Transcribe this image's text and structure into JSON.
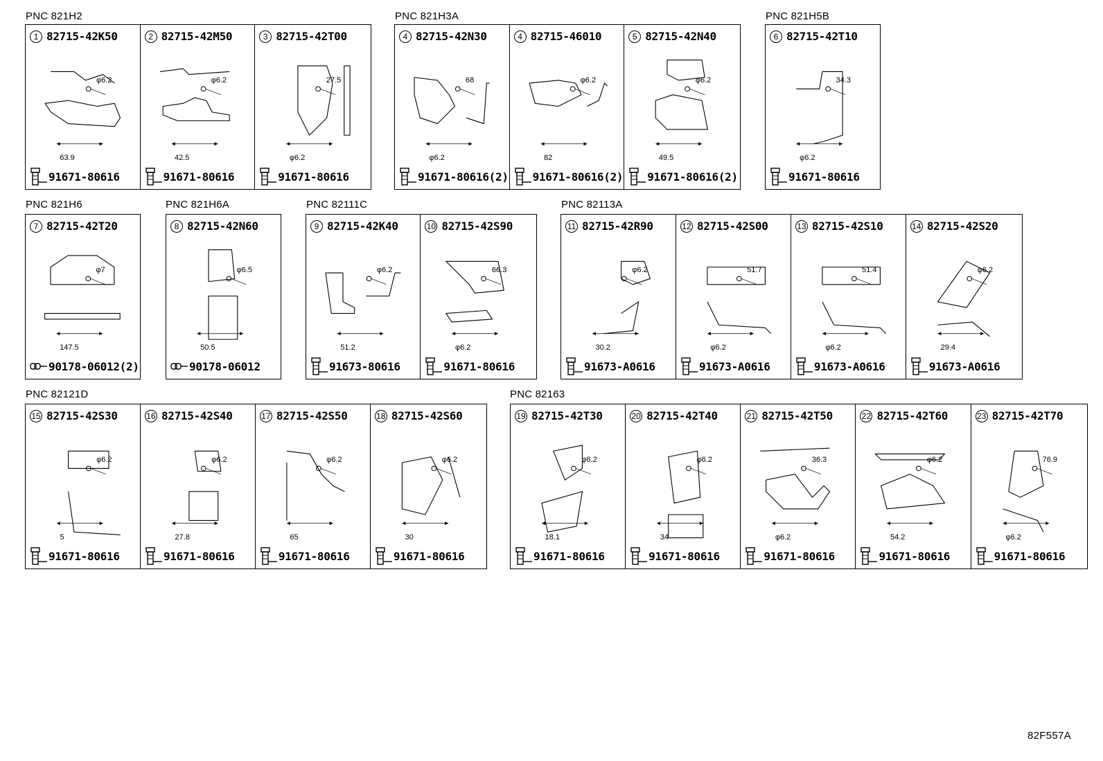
{
  "diagram_code": "82F557A",
  "groups": [
    {
      "pnc": "PNC 821H2",
      "cells": [
        {
          "no": "1",
          "part": "82715-42K50",
          "hw": "91671-80616",
          "hwtype": "bolt",
          "dims": [
            "φ6.2",
            "63.9"
          ]
        },
        {
          "no": "2",
          "part": "82715-42M50",
          "hw": "91671-80616",
          "hwtype": "bolt",
          "dims": [
            "φ6.2",
            "42.5"
          ]
        },
        {
          "no": "3",
          "part": "82715-42T00",
          "hw": "91671-80616",
          "hwtype": "bolt",
          "dims": [
            "27.5",
            "φ6.2"
          ]
        }
      ]
    },
    {
      "pnc": "PNC 821H3A",
      "cells": [
        {
          "no": "4",
          "part": "82715-42N30",
          "hw": "91671-80616(2)",
          "hwtype": "bolt",
          "dims": [
            "68",
            "φ6.2"
          ]
        },
        {
          "no": "4",
          "part": "82715-46010",
          "hw": "91671-80616(2)",
          "hwtype": "bolt",
          "dims": [
            "φ6.2",
            "82"
          ]
        },
        {
          "no": "5",
          "part": "82715-42N40",
          "hw": "91671-80616(2)",
          "hwtype": "bolt",
          "dims": [
            "φ6.2",
            "49.5"
          ]
        }
      ]
    },
    {
      "pnc": "PNC 821H5B",
      "cells": [
        {
          "no": "6",
          "part": "82715-42T10",
          "hw": "91671-80616",
          "hwtype": "bolt",
          "dims": [
            "34.3",
            "φ6.2"
          ]
        }
      ]
    },
    {
      "pnc": "PNC 821H6",
      "cells": [
        {
          "no": "7",
          "part": "82715-42T20",
          "hw": "90178-06012(2)",
          "hwtype": "nut",
          "dims": [
            "φ7",
            "147.5"
          ]
        }
      ]
    },
    {
      "pnc": "PNC 821H6A",
      "cells": [
        {
          "no": "8",
          "part": "82715-42N60",
          "hw": "90178-06012",
          "hwtype": "nut",
          "dims": [
            "φ6.5",
            "50.5"
          ]
        }
      ]
    },
    {
      "pnc": "PNC 82111C",
      "cells": [
        {
          "no": "9",
          "part": "82715-42K40",
          "hw": "91673-80616",
          "hwtype": "bolt",
          "dims": [
            "φ6.2",
            "51.2"
          ]
        },
        {
          "no": "10",
          "part": "82715-42S90",
          "hw": "91671-80616",
          "hwtype": "bolt",
          "dims": [
            "66.3",
            "φ6.2"
          ]
        }
      ]
    },
    {
      "pnc": "PNC 82113A",
      "cells": [
        {
          "no": "11",
          "part": "82715-42R90",
          "hw": "91673-A0616",
          "hwtype": "bolt",
          "dims": [
            "φ6.2",
            "30.2"
          ]
        },
        {
          "no": "12",
          "part": "82715-42S00",
          "hw": "91673-A0616",
          "hwtype": "bolt",
          "dims": [
            "51.7",
            "φ6.2"
          ]
        },
        {
          "no": "13",
          "part": "82715-42S10",
          "hw": "91673-A0616",
          "hwtype": "bolt",
          "dims": [
            "51.4",
            "φ6.2"
          ]
        },
        {
          "no": "14",
          "part": "82715-42S20",
          "hw": "91673-A0616",
          "hwtype": "bolt",
          "dims": [
            "φ6.2",
            "29.4"
          ]
        }
      ]
    },
    {
      "pnc": "PNC 82121D",
      "cells": [
        {
          "no": "15",
          "part": "82715-42S30",
          "hw": "91671-80616",
          "hwtype": "bolt",
          "dims": [
            "φ6.2",
            "5"
          ]
        },
        {
          "no": "16",
          "part": "82715-42S40",
          "hw": "91671-80616",
          "hwtype": "bolt",
          "dims": [
            "φ6.2",
            "27.8"
          ]
        },
        {
          "no": "17",
          "part": "82715-42S50",
          "hw": "91671-80616",
          "hwtype": "bolt",
          "dims": [
            "φ6.2",
            "65"
          ]
        },
        {
          "no": "18",
          "part": "82715-42S60",
          "hw": "91671-80616",
          "hwtype": "bolt",
          "dims": [
            "φ6.2",
            "30"
          ]
        }
      ]
    },
    {
      "pnc": "PNC 82163",
      "cells": [
        {
          "no": "19",
          "part": "82715-42T30",
          "hw": "91671-80616",
          "hwtype": "bolt",
          "dims": [
            "φ6.2",
            "18.1"
          ]
        },
        {
          "no": "20",
          "part": "82715-42T40",
          "hw": "91671-80616",
          "hwtype": "bolt",
          "dims": [
            "φ6.2",
            "34"
          ]
        },
        {
          "no": "21",
          "part": "82715-42T50",
          "hw": "91671-80616",
          "hwtype": "bolt",
          "dims": [
            "36.3",
            "φ6.2"
          ]
        },
        {
          "no": "22",
          "part": "82715-42T60",
          "hw": "91671-80616",
          "hwtype": "bolt",
          "dims": [
            "φ6.2",
            "54.2"
          ]
        },
        {
          "no": "23",
          "part": "82715-42T70",
          "hw": "91671-80616",
          "hwtype": "bolt",
          "dims": [
            "76.9",
            "φ6.2"
          ]
        }
      ]
    }
  ]
}
